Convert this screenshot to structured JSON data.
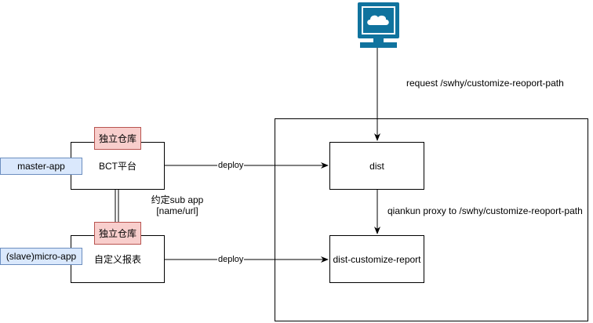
{
  "diagram": {
    "repo_tag_1": "独立仓库",
    "repo_tag_2": "独立仓库",
    "bct_platform": "BCT平台",
    "custom_report": "自定义报表",
    "master_app": "master-app",
    "slave_app": "(slave)micro-app",
    "dist": "dist",
    "dist_customize_report": "dist-customize-report",
    "deploy_1": "deploy",
    "deploy_2": "deploy",
    "request_label": "request  /swhy/customize-reoport-path",
    "proxy_label": "qiankun proxy to  /swhy/customize-reoport-path",
    "contract_line1": "约定sub app",
    "contract_line2": "[name/url]"
  },
  "colors": {
    "red_fill": "#f8cecc",
    "red_stroke": "#b85450",
    "blue_fill": "#dae8fc",
    "blue_stroke": "#6c8ebf",
    "computer_blue": "#10739e"
  },
  "icons": {
    "client": "computer-terminal-icon"
  }
}
